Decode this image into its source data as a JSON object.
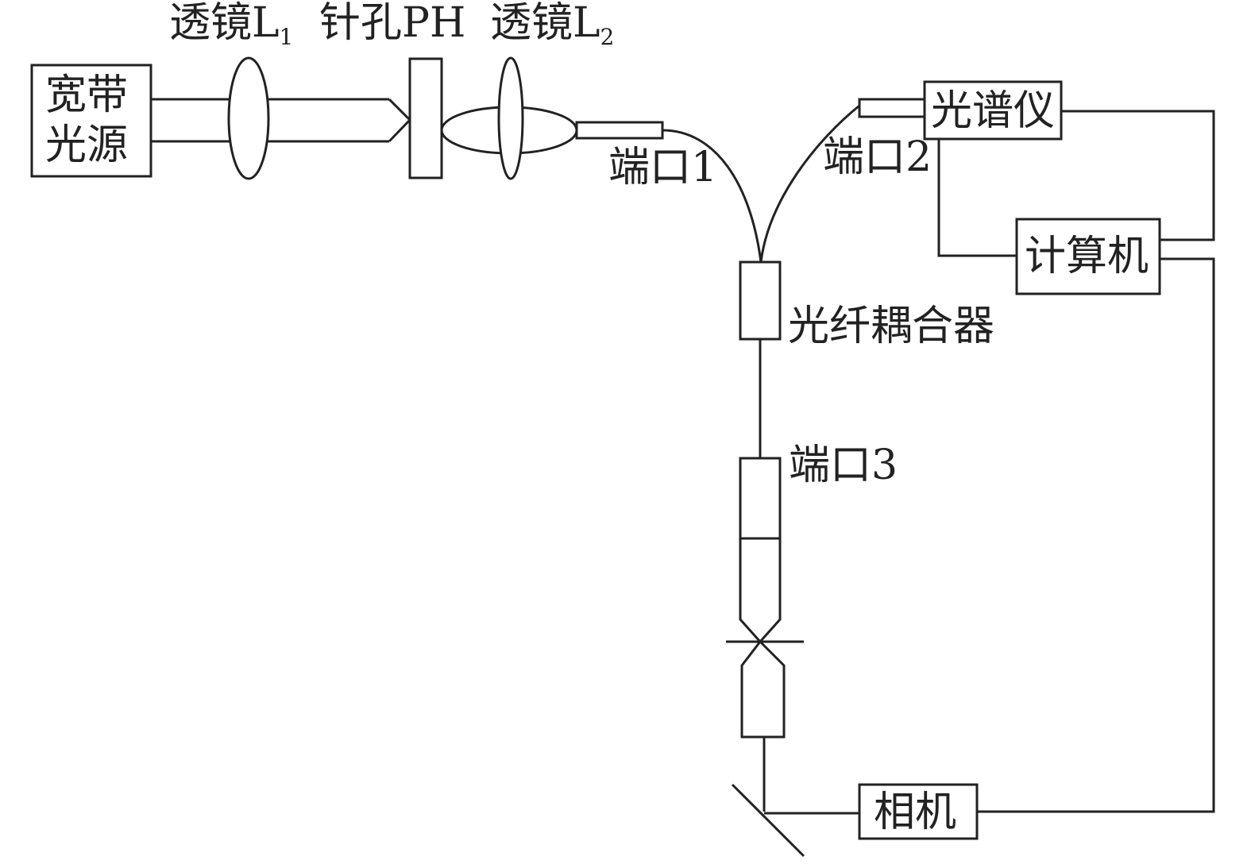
{
  "labels": {
    "source_line1": "宽带",
    "source_line2": "光源",
    "lens1_main": "透镜L",
    "lens1_sub": "1",
    "pinhole": "针孔PH",
    "lens2_main": "透镜L",
    "lens2_sub": "2",
    "port1": "端口1",
    "port2": "端口2",
    "port3": "端口3",
    "spectrometer": "光谱仪",
    "computer": "计算机",
    "coupler": "光纤耦合器",
    "camera": "相机"
  },
  "colors": {
    "stroke": "#222222",
    "background": "#ffffff"
  }
}
